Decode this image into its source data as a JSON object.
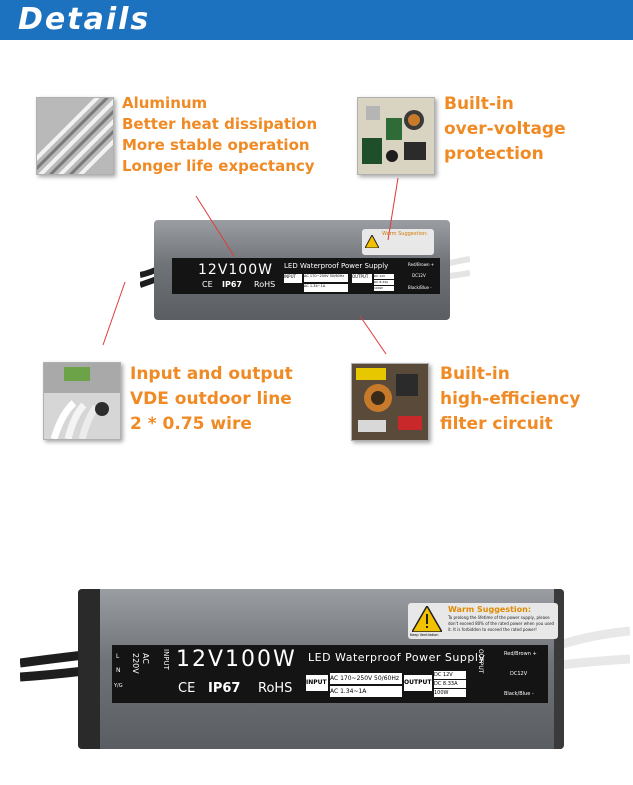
{
  "header": {
    "title": "Details"
  },
  "features": {
    "aluminum": {
      "lines": [
        "Aluminum",
        "Better heat dissipation",
        "More stable operation",
        "Longer life expectancy"
      ]
    },
    "overvoltage": {
      "lines": [
        "Built-in",
        "over-voltage",
        "protection"
      ]
    },
    "io": {
      "lines": [
        "Input and output",
        "VDE outdoor line",
        "2 * 0.75 wire"
      ]
    },
    "filter": {
      "lines": [
        "Built-in",
        "high-efficiency",
        "filter circuit"
      ]
    }
  },
  "product": {
    "model": "12V100W",
    "title": "LED Waterproof Power Supply",
    "rating": "IP67",
    "ce": "CE",
    "rohs": "RoHS",
    "input_title": "INPUT",
    "input_ac": "AC",
    "input_voltage": "220V",
    "input_label": "INPUT",
    "input_spec1": "AC 170~250V 50/60Hz",
    "input_spec2": "AC 1.34~1A",
    "output_label": "OUTPUT",
    "output_spec1": "DC 12V",
    "output_spec2": "DC 8.33A",
    "output_spec3": "100W",
    "output_title": "OUTPUT",
    "out_pos": "Red/Brown +",
    "out_dc": "DC12V",
    "out_neg": "Black/Blue -",
    "warn_title": "Warm Suggestion:",
    "warn_text": "To prolong the lifetime of the power supply, please don't exceed 80% of the rated power when you used it. It is forbidden to exceed the rated power!",
    "warn_small": "Keep Ventilation",
    "term_l": "L",
    "term_n": "N",
    "term_g": "Y/G"
  },
  "colors": {
    "header": "#1c72bf",
    "accent": "#f08a24",
    "pointer": "#e03a3a"
  }
}
